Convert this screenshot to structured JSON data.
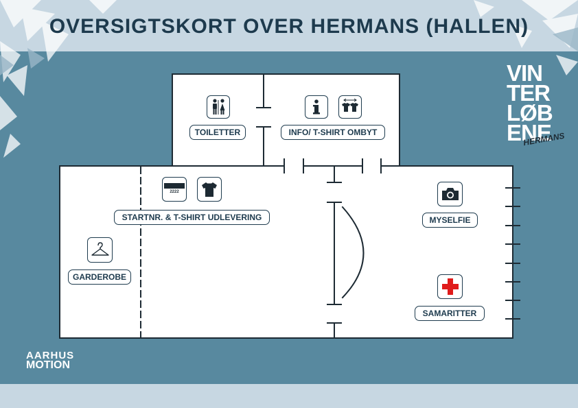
{
  "title": "OVERSIGTSKORT OVER HERMANS (HALLEN)",
  "areas": {
    "toiletter": "TOILETTER",
    "info": "INFO/ T-SHIRT OMBYT",
    "startnr": "STARTNR. & T-SHIRT UDLEVERING",
    "garderobe": "GARDEROBE",
    "myselfie": "MYSELFIE",
    "samaritter": "SAMARITTER"
  },
  "bib_number": "2222",
  "logo": {
    "vinterlobene_lines": [
      "VIN",
      "TER",
      "LØB",
      "ENE"
    ],
    "hermans": "HERMANS",
    "aarhus": "AARHUS",
    "motion": "MOTION"
  },
  "icons": {
    "toilet": "toilet-icon",
    "info": "info-icon",
    "tshirt_swap": "tshirt-swap-icon",
    "bib": "bib-number-icon",
    "tshirt": "tshirt-icon",
    "hanger": "hanger-icon",
    "camera": "camera-icon",
    "first_aid": "first-aid-icon"
  },
  "colors": {
    "header_bg": "#c7d7e2",
    "map_bg": "#58899f",
    "line": "#1d3a4d",
    "first_aid_red": "#e01b1b"
  }
}
